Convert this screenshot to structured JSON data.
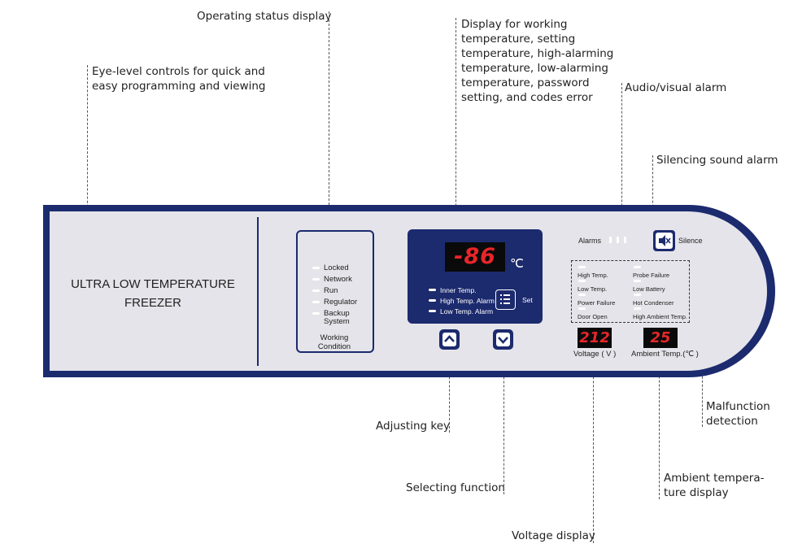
{
  "callouts": {
    "operating_status": "Operating status display",
    "eye_level_1": "Eye-level controls for quick and",
    "eye_level_2": "easy programming and viewing",
    "display_1": "Display for working",
    "display_2": "temperature, setting",
    "display_3": "temperature, high-alarming",
    "display_4": "temperature, low-alarming",
    "display_5": "temperature, password",
    "display_6": "setting, and codes error",
    "audio_visual": "Audio/visual alarm",
    "silencing": "Silencing sound alarm",
    "adjusting": "Adjusting key",
    "selecting": "Selecting function",
    "voltage": "Voltage display",
    "malfunction_1": "Malfunction",
    "malfunction_2": "detection",
    "ambient_1": "Ambient tempera-",
    "ambient_2": "ture display"
  },
  "panel": {
    "title_line1": "ULTRA LOW TEMPERATURE",
    "title_line2": "FREEZER",
    "working_condition": {
      "items": [
        "Locked",
        "Network",
        "Run",
        "Regulator",
        "Backup",
        "System"
      ],
      "title_line1": "Working",
      "title_line2": "Condition"
    },
    "display": {
      "reading": "-86",
      "unit": "℃",
      "labels": [
        "Inner Temp.",
        "High Temp. Alarm",
        "Low Temp. Alarm"
      ],
      "set_label": "Set"
    },
    "alarms_label": "Alarms",
    "silence_label": "Silence",
    "malfunctions": {
      "left": [
        "High Temp.",
        "Low Temp.",
        "Power Failure",
        "Door Open"
      ],
      "right": [
        "Probe Failure",
        "Low Battery",
        "Hot Condenser",
        "High Ambient Temp."
      ]
    },
    "voltage": {
      "reading": "212",
      "caption": "Voltage ( V )"
    },
    "ambient": {
      "reading": "25",
      "caption": "Ambient Temp.(℃ )"
    }
  },
  "colors": {
    "panel_border": "#1c2a6e",
    "panel_face": "#e4e4ea",
    "segment": "#e8262a"
  }
}
